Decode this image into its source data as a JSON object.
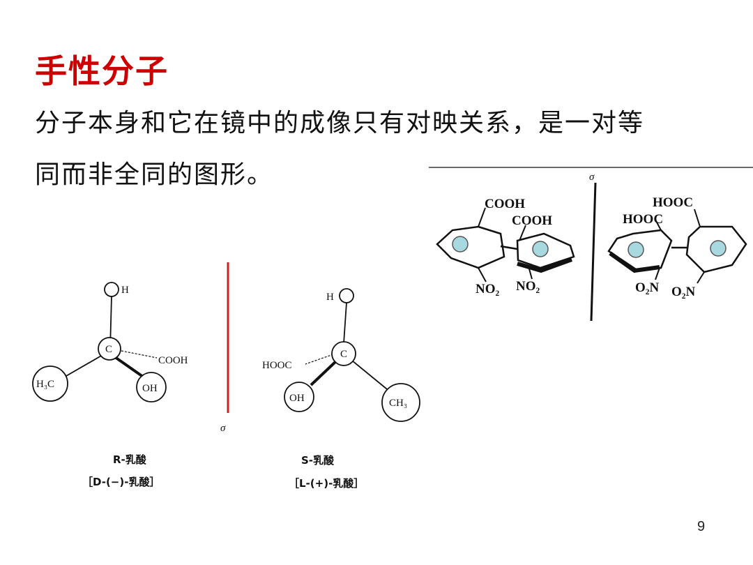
{
  "slide": {
    "title": "手性分子",
    "title_color": "#cc0000",
    "body_lines": [
      "分子本身和它在镜中的成像只有对映关系，是一对等",
      "同而非全同的图形。"
    ],
    "page_number": "9"
  },
  "lactic_acid": {
    "mirror_color": "#cc2222",
    "mirror_symbol": "σ",
    "r_isomer": {
      "center": "C",
      "top": "H",
      "left": "H₃C",
      "bottom": "OH",
      "right": "COOH",
      "caption": "R-乳酸",
      "caption2": "［D-(−)-乳酸］"
    },
    "s_isomer": {
      "center": "C",
      "top": "H",
      "left": "HOOC",
      "bottom": "OH",
      "right": "CH₃",
      "caption": "S-乳酸",
      "caption2": "［L-(+)-乳酸］"
    }
  },
  "biphenyl": {
    "mirror_symbol": "σ",
    "atom_fill": "#a8d8e0",
    "left_molecule": {
      "cooh_top": "COOH",
      "cooh_second": "COOH",
      "no2_left": "NO₂",
      "no2_right": "NO₂"
    },
    "right_molecule": {
      "hooc_top": "HOOC",
      "hooc_second": "HOOC",
      "o2n_left": "O₂N",
      "o2n_right": "O₂N"
    }
  }
}
